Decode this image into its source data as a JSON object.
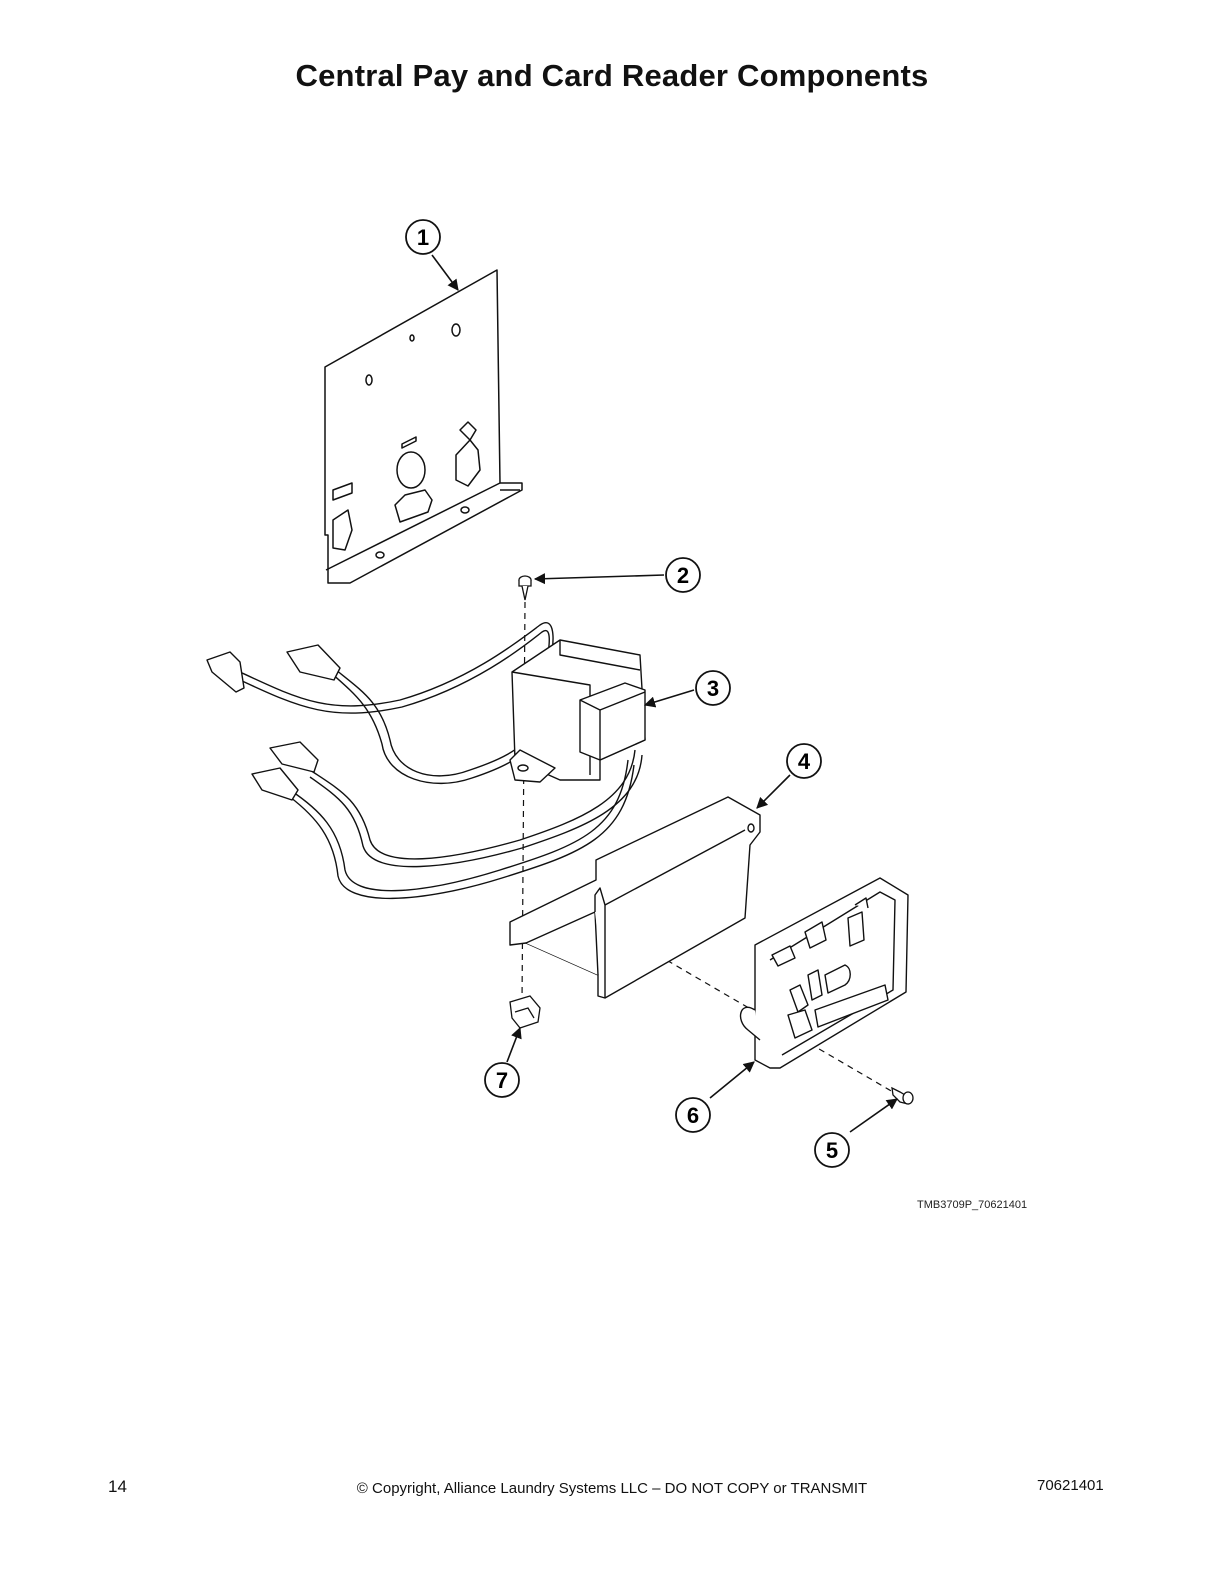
{
  "title": "Central Pay and Card Reader Components",
  "callouts": [
    "1",
    "2",
    "3",
    "4",
    "5",
    "6",
    "7"
  ],
  "figure_code": "TMB3709P_70621401",
  "footer": {
    "page_number": "14",
    "copyright": "© Copyright, Alliance Laundry Systems LLC – DO NOT COPY or TRANSMIT",
    "doc_number": "70621401"
  }
}
